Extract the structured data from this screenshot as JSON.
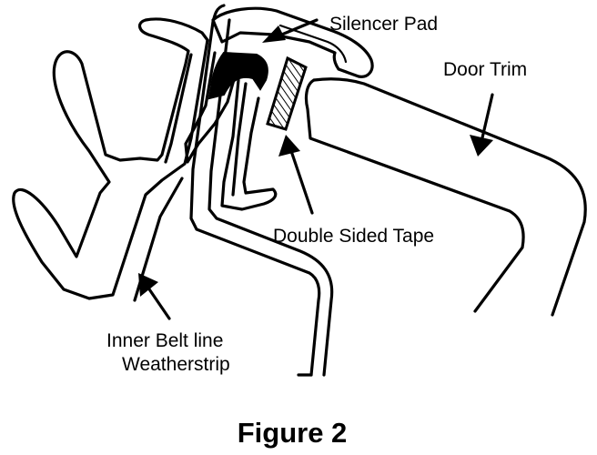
{
  "labels": {
    "silencer_pad": "Silencer Pad",
    "door_trim": "Door Trim",
    "double_sided_tape": "Double Sided Tape",
    "weatherstrip_line1": "Inner Belt line",
    "weatherstrip_line2": "Weatherstrip"
  },
  "caption": "Figure 2"
}
